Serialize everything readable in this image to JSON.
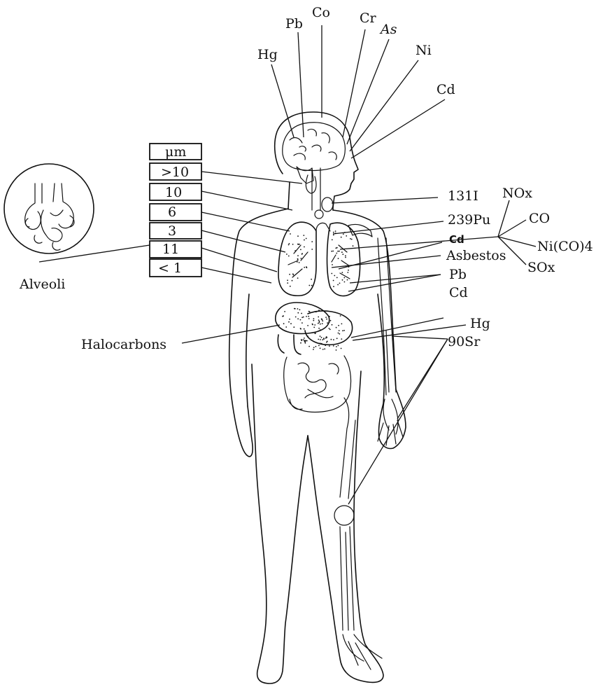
{
  "head_labels": {
    "hg": "Hg",
    "pb": "Pb",
    "co": "Co",
    "cr": "Cr",
    "as": "As",
    "ni": "Ni",
    "cd": "Cd"
  },
  "size_table": {
    "unit": "μm",
    "rows": [
      ">10",
      "10",
      "6",
      "3",
      "11",
      "< 1"
    ]
  },
  "alveoli_label": "Alveoli",
  "right_labels": {
    "i131": "131I",
    "pu239": "239Pu",
    "cd_lung": "Cd",
    "asbestos": "Asbestos",
    "pb_lung": "Pb",
    "cd_kidney": "Cd",
    "hg_kidney": "Hg",
    "sr90": "90Sr"
  },
  "gas_labels": {
    "nox": "NOx",
    "co": "CO",
    "nico4": "Ni(CO)4",
    "sox": "SOx"
  },
  "left_labels": {
    "halocarbons": "Halocarbons"
  }
}
